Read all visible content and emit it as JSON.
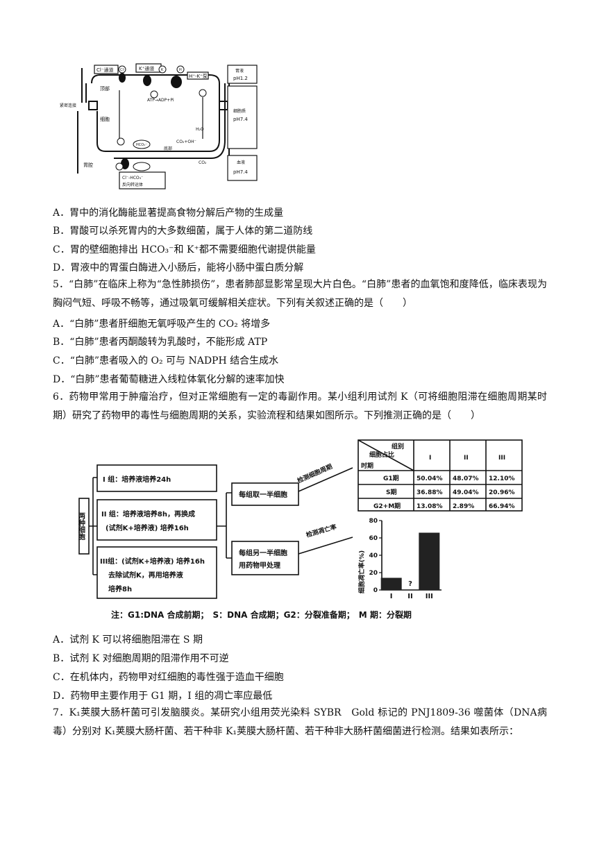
{
  "figure1": {
    "labels": {
      "cl_channel": "Cl⁻通道",
      "k_channel": "K⁺通道",
      "h_k_pump": "H⁺-K⁺泵",
      "cl_ion": "Cl⁻",
      "k_ion": "K",
      "h_ion": "H",
      "top_side": "顶部",
      "tight_junction": "紧密连接",
      "cell_part": "细胞",
      "stomach_wall": "胃腔",
      "atp": "ATP→ADP+Pi",
      "h2o": "H₂O",
      "co2_oh": "CO₂+OH⁻",
      "hco3": "HCO₃⁻",
      "base": "底部",
      "co2": "CO₂",
      "exchanger": "Cl⁻-HCO₃⁻",
      "exchanger2": "反向转运体",
      "gastric_juice": "胃液",
      "gastric_ph": "pH1.2",
      "cytoplasm": "细胞质",
      "cytoplasm_ph": "pH7.4",
      "blood": "血液",
      "blood_ph": "pH7.4"
    }
  },
  "q4_options": [
    "A．胃中的消化酶能显著提高食物分解后产物的生成量",
    "B．胃酸可以杀死胃内的大多数细菌，属于人体的第二道防线",
    "C．胃的壁细胞排出 HCO₃⁻和 K⁺都不需要细胞代谢提供能量",
    "D．胃液中的胃蛋白酶进入小肠后，能将小肠中蛋白质分解"
  ],
  "q5": {
    "stem": "5．“白肺”在临床上称为“急性肺损伤”，患者肺部显影常呈现大片白色。“白肺”患者的血氧饱和度降低，临床表现为胸闷气短、呼吸不畅等，通过吸氧可缓解相关症状。下列有关叙述正确的是（　　）",
    "options": [
      "A．“白肺”患者肝细胞无氧呼吸产生的 CO₂ 将增多",
      "B．“白肺”患者丙酮酸转为乳酸时，不能形成 ATP",
      "C．“白肺”患者吸入的 O₂ 可与 NADPH 结合生成水",
      "D．“白肺”患者葡萄糖进入线粒体氧化分解的速率加快"
    ]
  },
  "q6": {
    "stem": "6．药物甲常用于肿瘤治疗，但对正常细胞有一定的毒副作用。某小组利用试剂 K（可将细胞阻滞在细胞周期某时期）研究了药物甲的毒性与细胞周期的关系，实验流程和结果如图所示。下列推测正确的是（　　）",
    "options": [
      "A．试剂 K 可以将细胞阻滞在 S 期",
      "B．试剂 K 对细胞周期的阻滞作用不可逆",
      "C．在机体内，药物甲对红细胞的毒性强于造血干细胞",
      "D．药物甲主要作用于 G1 期，I 组的凋亡率应最低"
    ]
  },
  "figure2": {
    "left_label": "两种细胞",
    "group1": "I 组：培养液培养24h",
    "group2_a": "II 组：培养液培养8h，再换成",
    "group2_b": "(试剂K+培养液) 培养16h",
    "group3_a": "III组：(试剂K+培养液) 培养16h",
    "group3_b": "去除试剂K，再用培养液",
    "group3_c": "培养8h",
    "mid_box1": "每组取一半细胞",
    "mid_box2_a": "每组另一半细胞",
    "mid_box2_b": "用药物甲处理",
    "arrow_label1": "检测细胞周期",
    "arrow_label2": "检测凋亡率",
    "note": "注：G1:DNA 合成前期；　S：DNA 合成期；G2：分裂准备期；　M 期：分裂期",
    "table": {
      "corner_top": "组别",
      "corner_mid": "细胞占比",
      "corner_bottom": "时期",
      "columns": [
        "I",
        "II",
        "III"
      ],
      "rows": [
        {
          "phase": "G1期",
          "values": [
            "50.04%",
            "48.07%",
            "12.10%"
          ]
        },
        {
          "phase": "S期",
          "values": [
            "36.88%",
            "49.04%",
            "20.96%"
          ]
        },
        {
          "phase": "G2+M期",
          "values": [
            "13.08%",
            "2.89%",
            "66.94%"
          ]
        }
      ]
    }
  },
  "chart_data": {
    "type": "bar",
    "categories": [
      "I",
      "II",
      "III"
    ],
    "values": [
      14,
      null,
      66
    ],
    "annotations": [
      "",
      "?",
      ""
    ],
    "ylabel": "细胞凋亡率(%)",
    "ylim": [
      0,
      80
    ],
    "yticks": [
      "0",
      "20",
      "40",
      "60",
      "80"
    ]
  },
  "q7": {
    "stem": "7．K₁荚膜大肠杆菌可引发脑膜炎。某研究小组用荧光染料 SYBR　Gold 标记的 PNJ1809-36 噬菌体（DNA病毒）分别对 K₁荚膜大肠杆菌、若干种非 K₁荚膜大肠杆菌、若干种非大肠杆菌细菌进行检测。结果如表所示："
  }
}
